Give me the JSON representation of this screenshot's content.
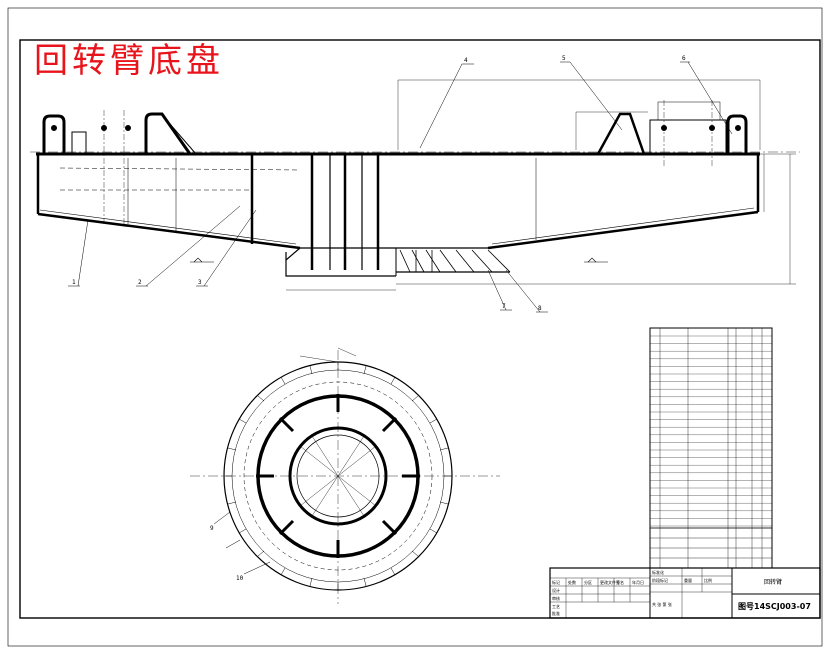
{
  "drawing": {
    "title": "回转臂底盘",
    "drawing_number": "图号14SCJ003-07",
    "part_name": "回转臂"
  },
  "title_block": {
    "row_labels": [
      "标记",
      "处数",
      "分区",
      "更改文件号",
      "签名",
      "年月日"
    ],
    "role_labels": [
      "设计",
      "审核",
      "工艺",
      "批准"
    ],
    "std_label": "标准化",
    "stage_label": "阶段标记",
    "weight_label": "重量",
    "scale_label": "比例",
    "sheet_label": "共 张 第 张"
  },
  "balloons": [
    "1",
    "2",
    "3",
    "4",
    "5",
    "6",
    "7",
    "8",
    "9",
    "10"
  ],
  "colors": {
    "line": "#000000",
    "title": "#e8141c",
    "paper": "#ffffff"
  }
}
